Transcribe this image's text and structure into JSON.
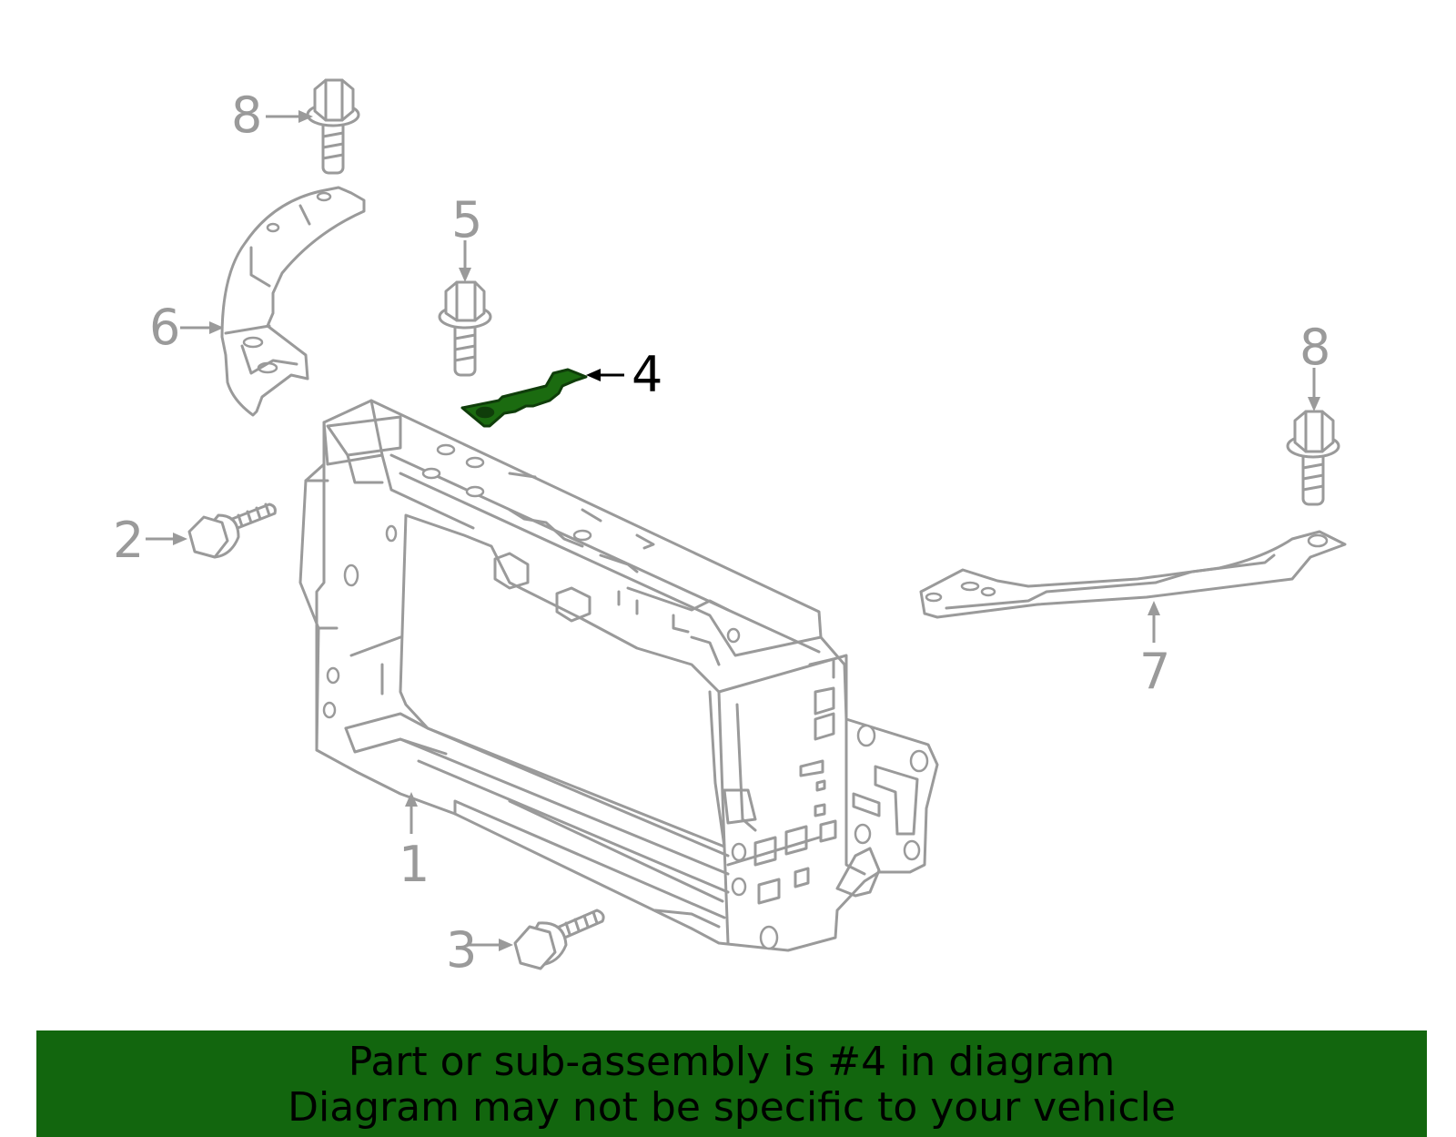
{
  "diagram": {
    "callouts": {
      "c1": "1",
      "c2": "2",
      "c3": "3",
      "c4": "4",
      "c5": "5",
      "c6": "6",
      "c7": "7",
      "c8a": "8",
      "c8b": "8"
    },
    "highlighted_part": "4",
    "colors": {
      "line_art": "#9a9a9a",
      "highlight_fill": "#1b6b10",
      "banner_background": "#12660e"
    }
  },
  "banner": {
    "line1": "Part or sub-assembly is #4 in diagram",
    "line2": "Diagram may not be specific to your vehicle"
  }
}
